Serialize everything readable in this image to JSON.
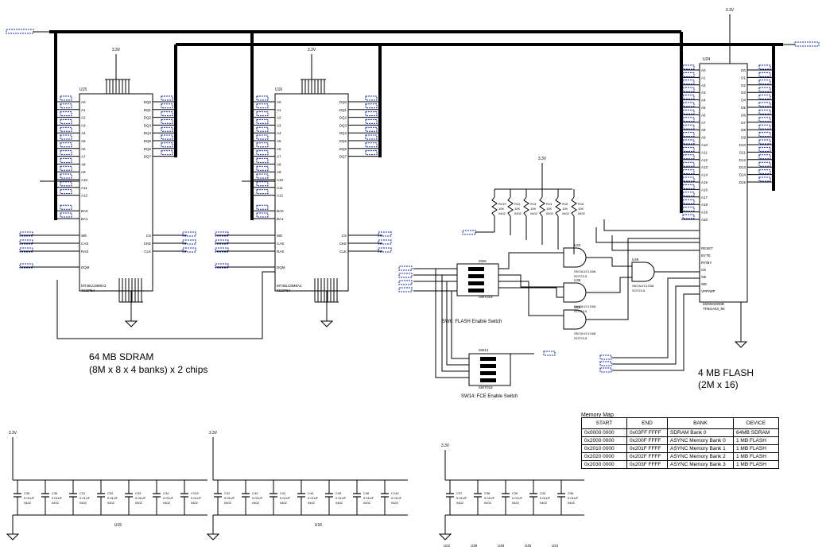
{
  "sdram": {
    "title_line1": "64 MB SDRAM",
    "title_line2": "(8M x 8 x 4 banks) x 2 chips",
    "chip1_ref": "U15",
    "chip2_ref": "U16",
    "part_line1": "MT48LC8M8A2",
    "part_line2": "TSOP54"
  },
  "flash": {
    "title_line1": "4 MB FLASH",
    "title_line2": "(2M x 16)",
    "ref": "U24",
    "part_line1": "M29W320DB",
    "part_line2": "TFBGA63_90"
  },
  "supply": {
    "vcc": "3.3V"
  },
  "switches": {
    "sw6_ref": "SW6",
    "sw6_caption": "SW6: FLASH Enable Switch",
    "sw14_ref": "SW14",
    "sw14_caption": "SW14: FCE Enable Switch",
    "part": "SWT018"
  },
  "gates": [
    {
      "ref": "U22",
      "part": "SN74LVC1G08",
      "pkg": "SOT23-5"
    },
    {
      "ref": "U39",
      "part": "SN74LVC1G08",
      "pkg": "SOT23-5"
    },
    {
      "ref": "U48",
      "part": "SN74LVC1G08",
      "pkg": "SOT23-5"
    },
    {
      "ref": "U49",
      "part": "SN74LVC1G08",
      "pkg": "SOT23-5"
    }
  ],
  "resistors": [
    {
      "ref": "R219",
      "val": "10K",
      "pkg": "0402"
    },
    {
      "ref": "R12",
      "val": "10K",
      "pkg": "0402"
    },
    {
      "ref": "R13",
      "val": "10K",
      "pkg": "0402"
    },
    {
      "ref": "R14",
      "val": "10K",
      "pkg": "0402"
    },
    {
      "ref": "R15",
      "val": "10K",
      "pkg": "0402"
    },
    {
      "ref": "R16",
      "val": "10K",
      "pkg": "0402"
    }
  ],
  "cap_groups": [
    {
      "label": "U15",
      "caps": [
        "C35",
        "C36",
        "C31",
        "C32",
        "C33",
        "C34",
        "C143"
      ]
    },
    {
      "label": "U16",
      "caps": [
        "C42",
        "C43",
        "C41",
        "C44",
        "C45",
        "C46",
        "C144"
      ]
    },
    {
      "label": "",
      "caps": [
        "C37",
        "C38",
        "C39",
        "C40",
        "C36"
      ]
    }
  ],
  "cap_value": "0.01UF",
  "cap_pkg": "0402",
  "decoupling_refs": [
    "U22",
    "U39",
    "U48",
    "U49",
    "U24"
  ],
  "sdram_addr_pins": [
    "A0",
    "A1",
    "A2",
    "A3",
    "A4",
    "A5",
    "A6",
    "A7",
    "A8",
    "A9",
    "A10",
    "A11",
    "A12",
    "",
    "BA0",
    "BA1"
  ],
  "sdram_data_pins": [
    "DQ0",
    "DQ1",
    "DQ2",
    "DQ3",
    "DQ4",
    "DQ5",
    "DQ6",
    "DQ7"
  ],
  "sdram_ctrl_pins": [
    "WE",
    "CAS",
    "RAS",
    "",
    "DQM"
  ],
  "sdram_right_ctrl": [
    "CS",
    "CKE",
    "CLK"
  ],
  "flash_ctrl_pins": [
    "RESET",
    "BYTE",
    "RY/BY",
    "CE",
    "OE",
    "WE",
    "VPP/WP"
  ],
  "memory_map": {
    "title": "Memory Map",
    "headers": [
      "START",
      "END",
      "BANK",
      "DEVICE"
    ],
    "rows": [
      [
        "0x0000 0000",
        "0x03FF FFFF",
        "SDRAM Bank 0",
        "64MB SDRAM"
      ],
      [
        "0x2000 0000",
        "0x200F FFFF",
        "ASYNC Memory Bank 0",
        "1 MB FLASH"
      ],
      [
        "0x2010 0000",
        "0x201F FFFF",
        "ASYNC Memory Bank 1",
        "1 MB FLASH"
      ],
      [
        "0x2020 0000",
        "0x202F FFFF",
        "ASYNC Memory Bank 2",
        "1 MB FLASH"
      ],
      [
        "0x2030 0000",
        "0x203F FFFF",
        "ASYNC Memory Bank 3",
        "1 MB FLASH"
      ]
    ]
  }
}
